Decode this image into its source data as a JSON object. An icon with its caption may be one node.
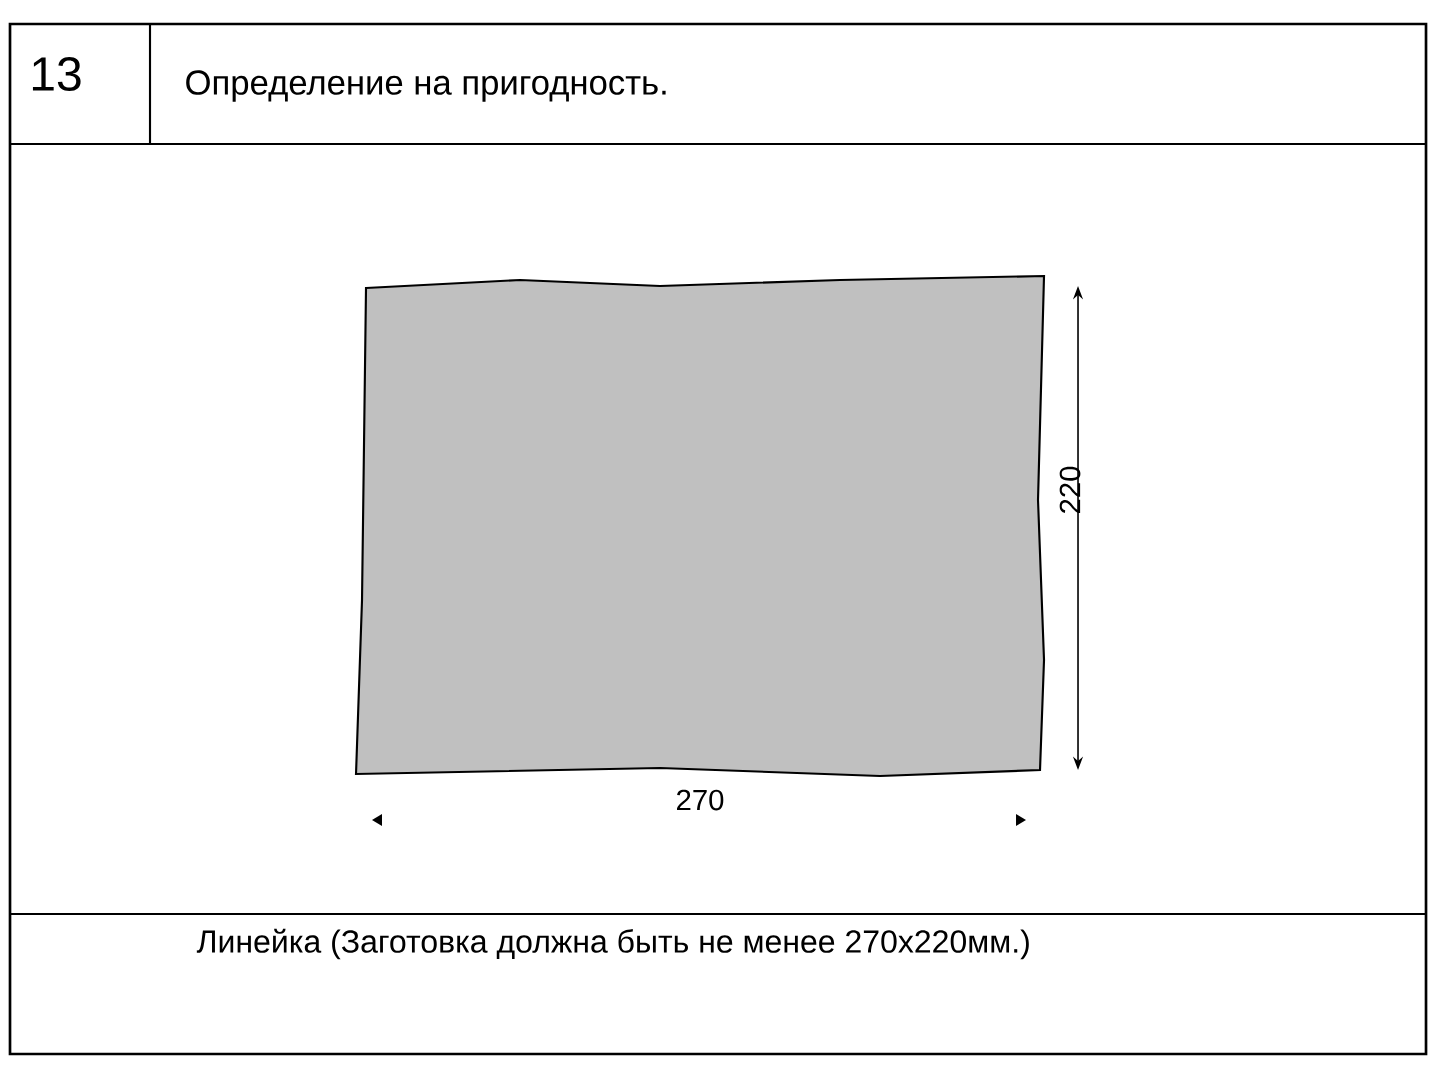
{
  "diagram": {
    "title": "Определение на пригодность.",
    "caption": "Линейка (Заготовка должна быть не менее 270х220мм.)",
    "labels": [
      "13",
      "220",
      "270"
    ]
  }
}
